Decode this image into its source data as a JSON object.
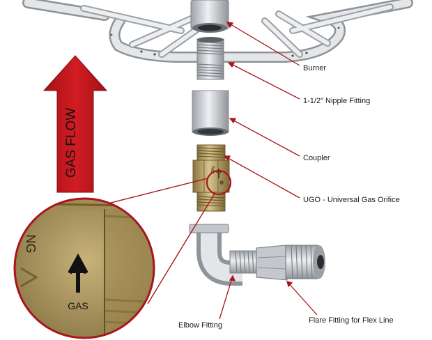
{
  "flow_label": "GAS FLOW",
  "labels": {
    "burner": "Burner",
    "nipple": "1-1/2\" Nipple Fitting",
    "coupler": "Coupler",
    "ugo": "UGO - Universal Gas Orifice",
    "flare": "Flare Fitting for Flex Line",
    "elbow": "Elbow Fitting"
  },
  "orifice_marks": {
    "ng": "NG",
    "gas": "GAS"
  },
  "colors": {
    "arrow": "#c4161c",
    "leader": "#a8151a",
    "magnifier_ring": "#a8151a",
    "brass": "#b9a46a",
    "steel": "#c9ccd0"
  }
}
